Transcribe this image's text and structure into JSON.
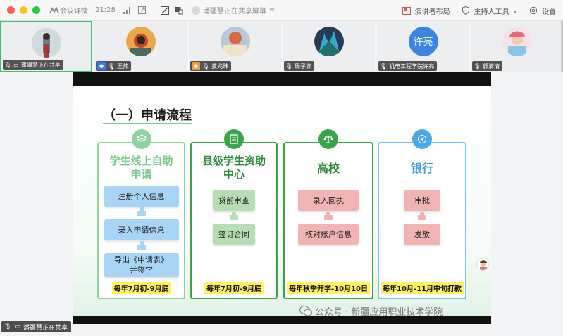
{
  "titlebar": {
    "meeting_info": "会议详情",
    "time": "21:28",
    "sharing_status": "潘疆慧正在共享屏幕",
    "speaker_layout": "演讲者布局",
    "host_tools": "主持人工具",
    "settings": "设置"
  },
  "participants": [
    {
      "name": "潘疆慧正在共享",
      "avatar": "photo"
    },
    {
      "name": "王帅",
      "avatar": "photo",
      "badge_color": "#2f7df6"
    },
    {
      "name": "黄兆玮",
      "avatar": "photo",
      "badge_color": "#f29a2e"
    },
    {
      "name": "周子渊",
      "avatar": "photo"
    },
    {
      "name": "机电工程学院许亮",
      "avatar_text": "许亮"
    },
    {
      "name": "郭清清",
      "avatar": "photo"
    }
  ],
  "slide": {
    "title": "（一）申请流程",
    "columns": [
      {
        "title": "学生线上自助申请",
        "color": "#8fd3a0",
        "title_color": "#7cc98c",
        "icon": "layers-icon",
        "steps": [
          "注册个人信息",
          "录入申请信息",
          "导出《申请表》并签字"
        ],
        "step_color": "#a8d4f5",
        "date": "每年7月初-9月底"
      },
      {
        "title": "县级学生资助中心",
        "color": "#3aa44d",
        "title_color": "#2e8b3e",
        "icon": "document-icon",
        "steps": [
          "贷前审查",
          "签订合同"
        ],
        "step_color": "#b7ddb4",
        "date": "每年7月初-9月底"
      },
      {
        "title": "高校",
        "color": "#3aa44d",
        "title_color": "#2e8b3e",
        "icon": "scale-icon",
        "steps": [
          "录入回执",
          "核对账户信息"
        ],
        "step_color": "#f2b3b3",
        "date": "每年秋季开学-10月10日"
      },
      {
        "title": "银行",
        "color": "#7dc3ee",
        "title_color": "#3e9fe0",
        "icon": "send-icon",
        "steps": [
          "审批",
          "发放"
        ],
        "step_color": "#f2b3b3",
        "date": "每年10月-11月中旬打款"
      }
    ]
  },
  "watermark": "公众号 · 新疆应用职业技术学院",
  "bottom_tag": "潘疆慧正在共享"
}
